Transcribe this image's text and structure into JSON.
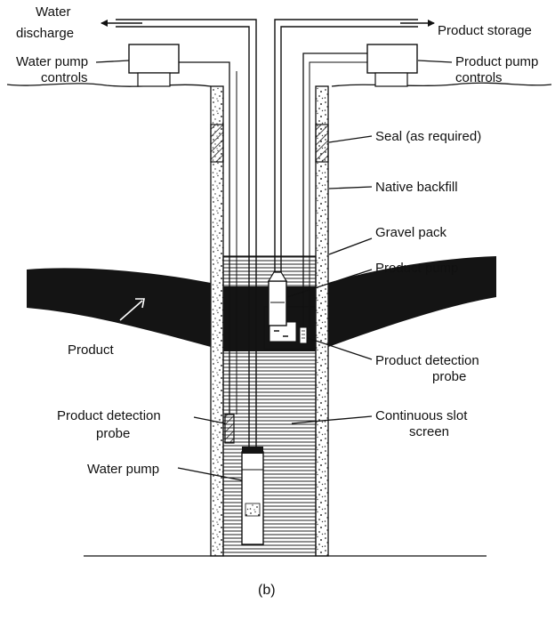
{
  "labels": {
    "water_discharge_line1": "Water",
    "water_discharge_line2": "discharge",
    "water_pump_controls_line1": "Water pump",
    "water_pump_controls_line2": "controls",
    "product_storage": "Product storage",
    "product_pump_controls_line1": "Product pump",
    "product_pump_controls_line2": "controls",
    "seal": "Seal (as required)",
    "native_backfill": "Native backfill",
    "gravel_pack": "Gravel pack",
    "product_pump": "Product pump",
    "product": "Product",
    "product_detection_probe_right_line1": "Product detection",
    "product_detection_probe_right_line2": "probe",
    "product_detection_probe_left_line1": "Product detection",
    "product_detection_probe_left_line2": "probe",
    "continuous_slot_screen_line1": "Continuous slot",
    "continuous_slot_screen_line2": "screen",
    "water_pump": "Water pump"
  },
  "caption": "(b)"
}
